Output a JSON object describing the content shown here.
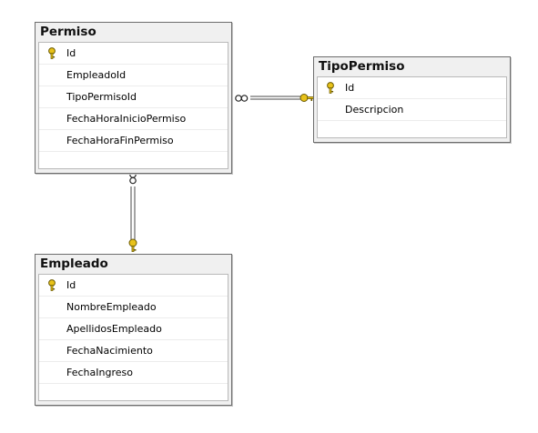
{
  "tables": {
    "permiso": {
      "title": "Permiso",
      "columns": [
        {
          "name": "Id",
          "pk": true
        },
        {
          "name": "EmpleadoId",
          "pk": false
        },
        {
          "name": "TipoPermisoId",
          "pk": false
        },
        {
          "name": "FechaHoraInicioPermiso",
          "pk": false
        },
        {
          "name": "FechaHoraFinPermiso",
          "pk": false
        }
      ]
    },
    "tipopermiso": {
      "title": "TipoPermiso",
      "columns": [
        {
          "name": "Id",
          "pk": true
        },
        {
          "name": "Descripcion",
          "pk": false
        }
      ]
    },
    "empleado": {
      "title": "Empleado",
      "columns": [
        {
          "name": "Id",
          "pk": true
        },
        {
          "name": "NombreEmpleado",
          "pk": false
        },
        {
          "name": "ApellidosEmpleado",
          "pk": false
        },
        {
          "name": "FechaNacimiento",
          "pk": false
        },
        {
          "name": "FechaIngreso",
          "pk": false
        }
      ]
    }
  },
  "relationships": [
    {
      "from": "permiso",
      "to": "tipopermiso",
      "many_end": "permiso",
      "one_end": "tipopermiso"
    },
    {
      "from": "permiso",
      "to": "empleado",
      "many_end": "permiso",
      "one_end": "empleado"
    }
  ],
  "colors": {
    "key": "#e8c21a",
    "key_outline": "#6b5a00",
    "line": "#4a4a4a",
    "border": "#6d6d6d"
  },
  "icons": {
    "primary_key": "key-icon",
    "many_end": "infinity-icon",
    "one_end": "key-icon"
  }
}
